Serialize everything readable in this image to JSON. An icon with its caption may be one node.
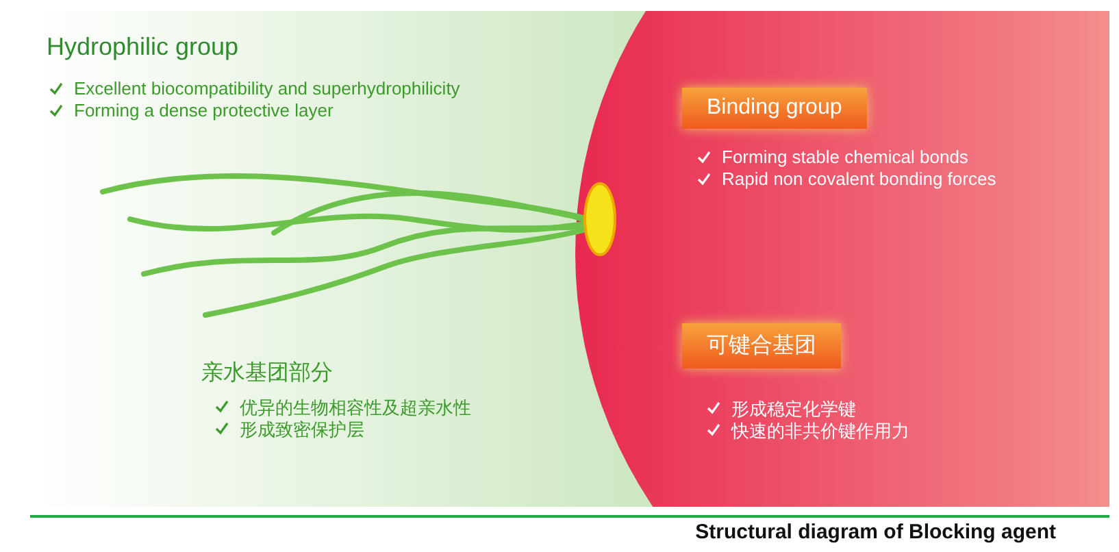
{
  "diagram": {
    "caption": "Structural diagram of Blocking agent",
    "nodes": [
      {
        "text": [
          "Binding group"
        ]
      },
      {
        "text": [
          "可键合基团"
        ]
      }
    ],
    "labels": [
      "Hydrophilic group",
      "Excellent biocompatibility and superhydrophilicity",
      "Forming a dense protective layer",
      "Forming stable chemical bonds",
      "Rapid non covalent bonding forces",
      "亲水基团部分",
      "优异的生物相容性及超亲水性",
      "形成致密保护层",
      "形成稳定化学键",
      "快速的非共价键作用力"
    ]
  }
}
